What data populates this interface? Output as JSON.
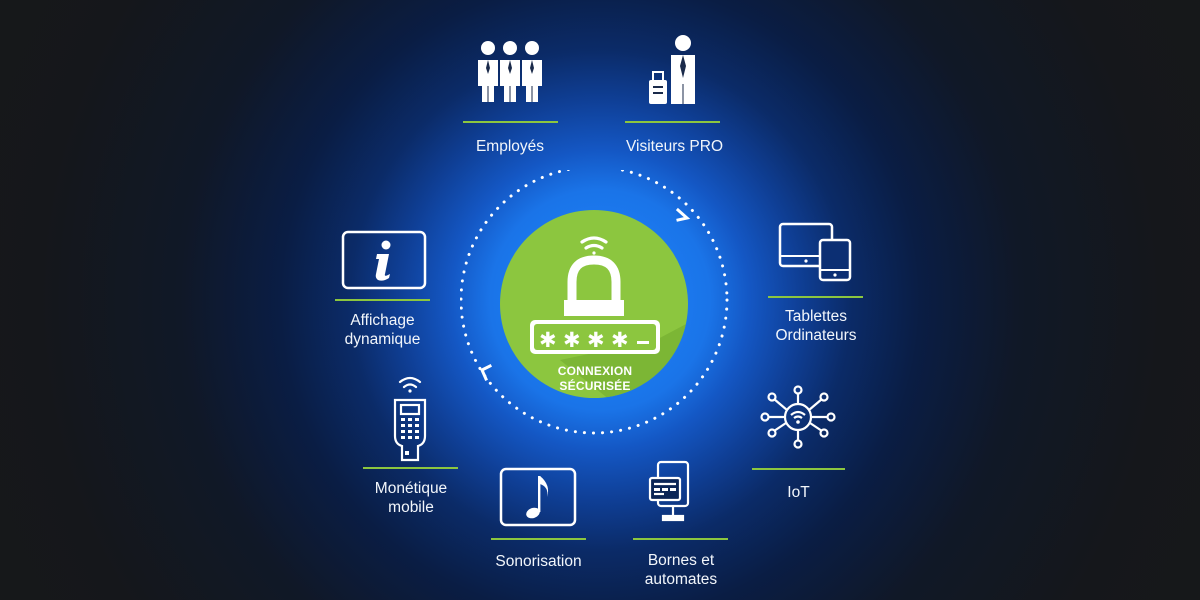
{
  "center": {
    "line1": "CONNEXION",
    "line2": "SÉCURISÉE",
    "green": "#8cc63f",
    "shadow_green": "#7ab434"
  },
  "accent_rule_color": "#8cc63f",
  "nodes": [
    {
      "id": "employes",
      "line1": "Employés",
      "line2": "",
      "icon": "employees-group-icon"
    },
    {
      "id": "visiteurs",
      "line1": "Visiteurs PRO",
      "line2": "",
      "icon": "business-visitor-icon"
    },
    {
      "id": "tablettes",
      "line1": "Tablettes",
      "line2": "Ordinateurs",
      "icon": "tablet-computer-icon"
    },
    {
      "id": "iot",
      "line1": "IoT",
      "line2": "",
      "icon": "iot-network-icon"
    },
    {
      "id": "bornes",
      "line1": "Bornes et",
      "line2": "automates",
      "icon": "kiosk-terminal-icon"
    },
    {
      "id": "sonorisation",
      "line1": "Sonorisation",
      "line2": "",
      "icon": "music-note-icon"
    },
    {
      "id": "monetique",
      "line1": "Monétique",
      "line2": "mobile",
      "icon": "payment-terminal-icon"
    },
    {
      "id": "affichage",
      "line1": "Affichage",
      "line2": "dynamique",
      "icon": "info-display-icon"
    }
  ]
}
